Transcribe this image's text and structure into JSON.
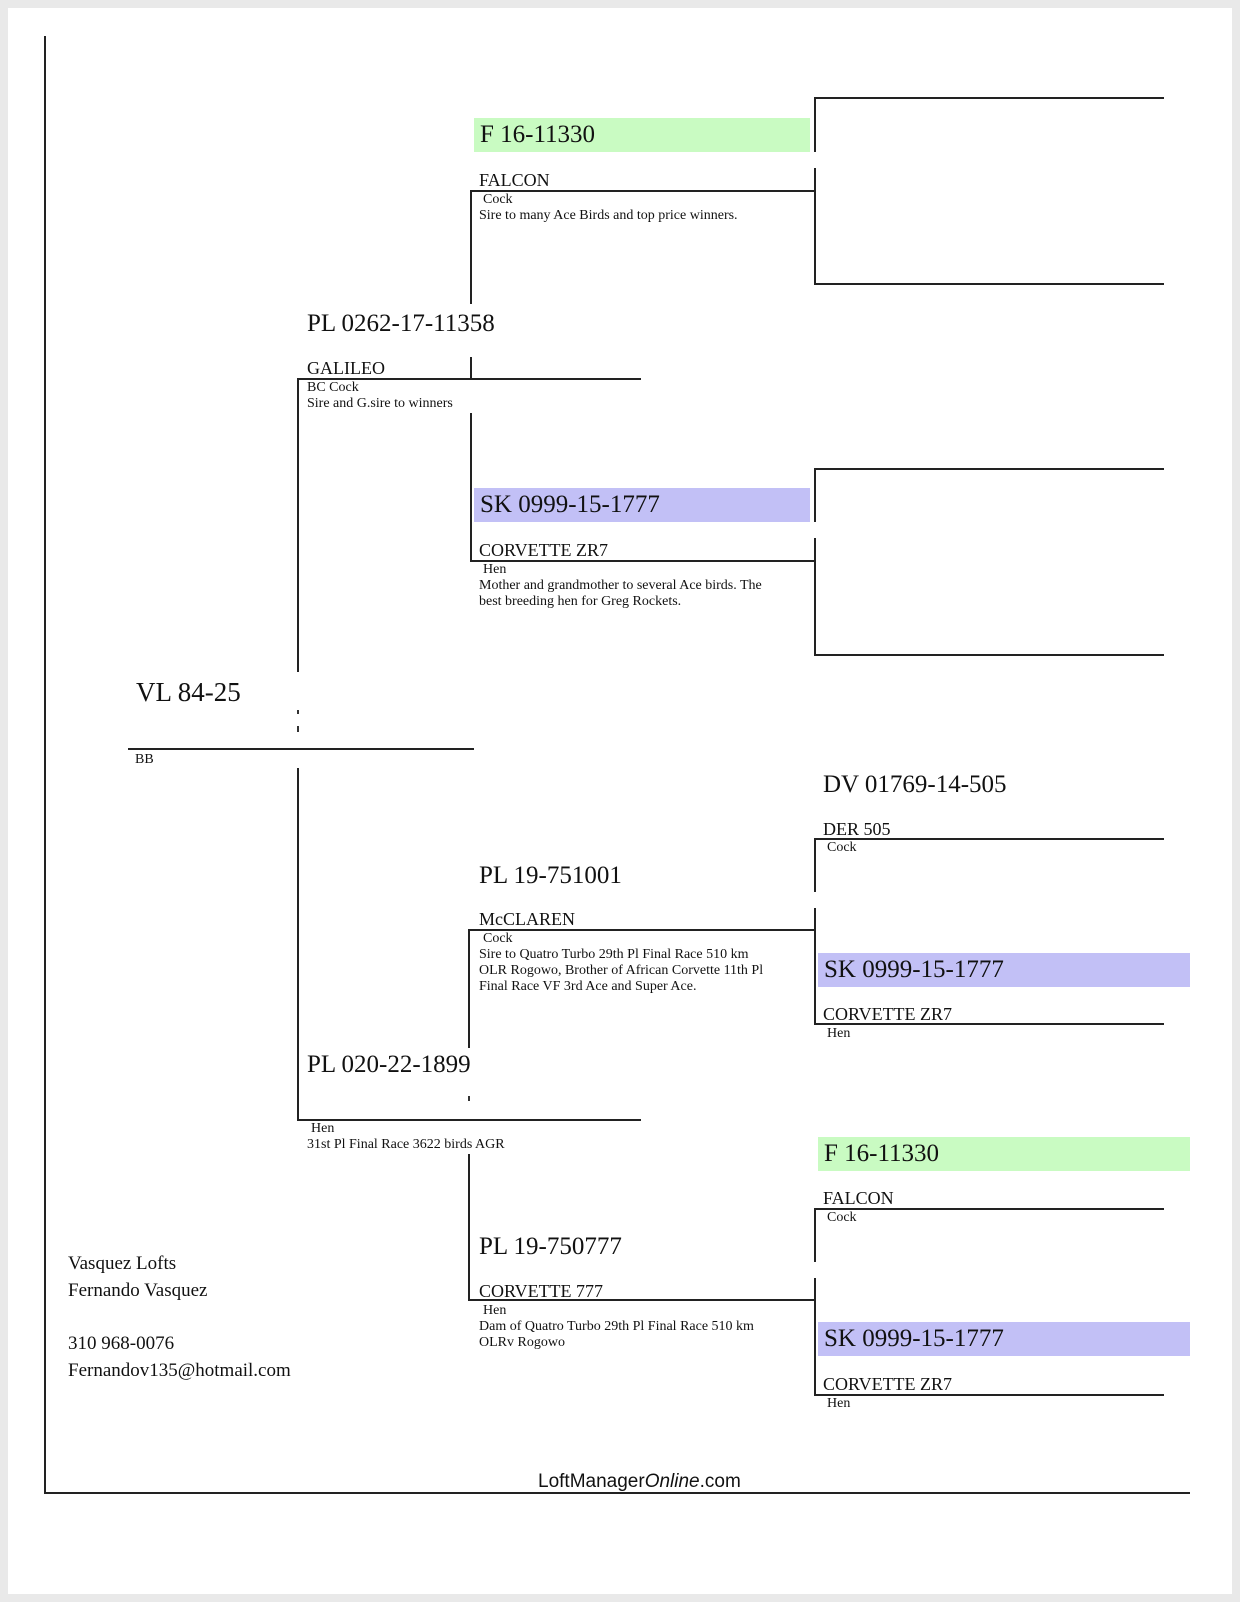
{
  "colors": {
    "green_band": "#c9fbc2",
    "blue_band": "#c2c0f6"
  },
  "subject": {
    "ring": "VL 84-25",
    "color": "BB"
  },
  "sire": {
    "ring": "PL 0262-17-11358",
    "name": "GALILEO",
    "sex": "BC Cock",
    "note": "Sire and G.sire to winners"
  },
  "sire_sire": {
    "ring": "F 16-11330",
    "name": "FALCON",
    "sex": "Cock",
    "note": "Sire to many Ace Birds and top price winners."
  },
  "sire_dam": {
    "ring": "SK 0999-15-1777",
    "name": "CORVETTE ZR7",
    "sex": "Hen",
    "note_line1": "Mother and grandmother to several Ace birds. The",
    "note_line2": "best breeding hen for Greg Rockets."
  },
  "dam": {
    "ring": "PL 020-22-1899",
    "sex": "Hen",
    "note": "31st Pl Final Race 3622 birds AGR"
  },
  "dam_sire": {
    "ring": "PL 19-751001",
    "name": "McCLAREN",
    "sex": "Cock",
    "note_line1": "Sire to Quatro Turbo 29th Pl Final Race 510 km",
    "note_line2": "OLR Rogowo, Brother of African Corvette 11th Pl",
    "note_line3": "Final Race VF 3rd Ace and Super Ace."
  },
  "dam_dam": {
    "ring": "PL 19-750777",
    "name": "CORVETTE 777",
    "sex": "Hen",
    "note_line1": "Dam of Quatro Turbo 29th Pl Final Race 510 km",
    "note_line2": "OLRv Rogowo"
  },
  "dam_sire_sire": {
    "ring": "DV 01769-14-505",
    "name": "DER 505",
    "sex": "Cock"
  },
  "dam_sire_dam": {
    "ring": "SK 0999-15-1777",
    "name": "CORVETTE ZR7",
    "sex": "Hen"
  },
  "dam_dam_sire": {
    "ring": "F 16-11330",
    "name": "FALCON",
    "sex": "Cock"
  },
  "dam_dam_dam": {
    "ring": "SK 0999-15-1777",
    "name": "CORVETTE ZR7",
    "sex": "Hen"
  },
  "owner": {
    "loft": "Vasquez Lofts",
    "name": "Fernando Vasquez",
    "phone": "310 968-0076",
    "email": "Fernandov135@hotmail.com"
  },
  "footer": {
    "brand_prefix": "LoftManager",
    "brand_italic": "Online",
    "brand_suffix": ".com"
  }
}
